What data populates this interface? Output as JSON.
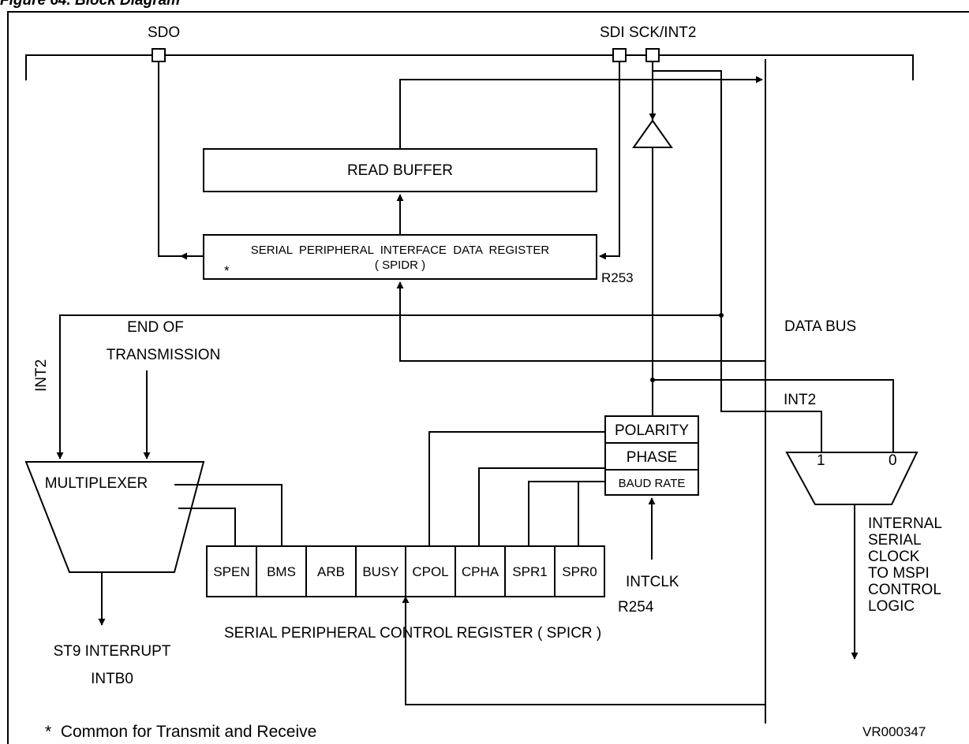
{
  "figure": {
    "title": "Figure 64. Block Diagram",
    "reference_id": "VR000347",
    "footnote": "*  Common for Transmit and Receive"
  },
  "pins": {
    "sdo": "SDO",
    "sdi_sck": "SDI SCK/INT2"
  },
  "blocks": {
    "read_buffer": "READ BUFFER",
    "spidr_line1": "SERIAL  PERIPHERAL  INTERFACE  DATA  REGISTER",
    "spidr_line2": "( SPIDR )",
    "spidr_star": "*",
    "spidr_addr": "R253",
    "multiplexer": "MULTIPLEXER",
    "polarity": "POLARITY",
    "phase": "PHASE",
    "baud_rate": "BAUD RATE",
    "intclk": "INTCLK",
    "mux2_in1": "1",
    "mux2_in0": "0"
  },
  "labels": {
    "end_of_tx_1": "END OF",
    "end_of_tx_2": "TRANSMISSION",
    "int2_vertical": "INT2",
    "int2_right": "INT2",
    "data_bus": "DATA BUS",
    "st9_1": "ST9 INTERRUPT",
    "st9_2": "INTB0",
    "spicr_name": "SERIAL PERIPHERAL CONTROL REGISTER ( SPICR )",
    "spicr_addr": "R254",
    "internal_clock": [
      "INTERNAL",
      "SERIAL",
      "CLOCK",
      "TO MSPI",
      "CONTROL",
      "LOGIC"
    ]
  },
  "spicr_bits": [
    "SPEN",
    "BMS",
    "ARB",
    "BUSY",
    "CPOL",
    "CPHA",
    "SPR1",
    "SPR0"
  ]
}
